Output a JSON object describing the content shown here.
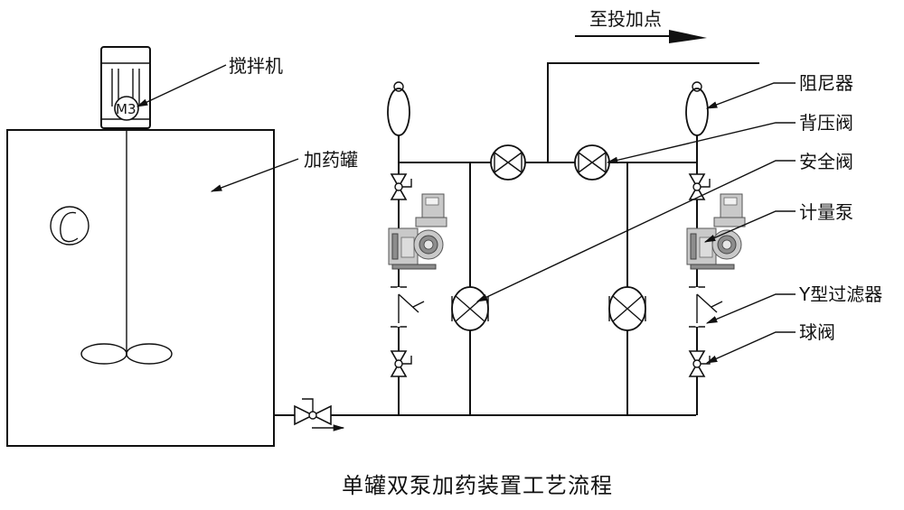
{
  "title": "单罐双泵加药装置工艺流程",
  "flow_label": "至投加点",
  "motor_label": "M3",
  "labels": {
    "mixer": "搅拌机",
    "tank": "加药罐",
    "damper": "阻尼器",
    "back_pressure_valve": "背压阀",
    "safety_valve": "安全阀",
    "metering_pump": "计量泵",
    "y_filter": "Y型过滤器",
    "ball_valve": "球阀"
  }
}
